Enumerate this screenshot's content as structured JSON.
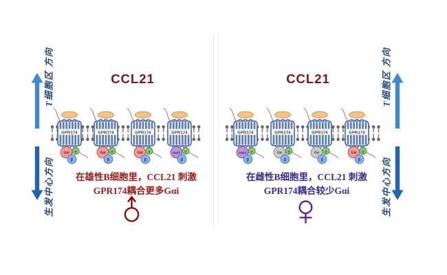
{
  "panels": {
    "left": {
      "title": "CCL21",
      "receptor_label": "GPR174",
      "receptors": [
        {
          "galpha_label": "Gαi",
          "type": "red"
        },
        {
          "galpha_label": "Gαi",
          "type": "red"
        },
        {
          "galpha_label": "Gαi",
          "type": "red"
        },
        {
          "galpha_label": "Gα13",
          "type": "purple"
        }
      ],
      "caption_line1": "在雄性B细胞里，CCL21 刺激",
      "caption_line2": "GPR174耦合更多Gαi",
      "sex_symbol": "male"
    },
    "right": {
      "title": "CCL21",
      "receptor_label": "GPR174",
      "receptors": [
        {
          "galpha_label": "Gα13",
          "type": "purple"
        },
        {
          "galpha_label": "Gα",
          "type": "gray"
        },
        {
          "galpha_label": "Gα",
          "type": "gray"
        },
        {
          "galpha_label": "Gαi",
          "type": "red"
        }
      ],
      "caption_line1": "在雌性B细胞里，CCL21 刺激",
      "caption_line2": "GPR174耦合较少Gαi",
      "sex_symbol": "female"
    }
  },
  "side_labels": {
    "top_label": "T细胞区 方向",
    "bottom_label": "生发中心方向"
  },
  "gprotein": {
    "gamma": "γ",
    "beta": "β"
  },
  "colors": {
    "title": "#7d1418",
    "left_caption": "#9e1a1a",
    "right_caption": "#3c2b8a",
    "male_symbol": "#8b0000",
    "female_symbol": "#5a1f90",
    "arrow_top": "#4287cc",
    "arrow_bottom": "#2363ae",
    "side_label_text": "#26477e",
    "galpha_red": "#f29e9e",
    "galpha_purple": "#bb97d8",
    "galpha_gray": "#cbcbcb",
    "gamma_green": "#8fca74",
    "beta_blue": "#8fb6ea",
    "receptor_blue": "#3e63ad",
    "ligand_orange": "#f3c486"
  }
}
